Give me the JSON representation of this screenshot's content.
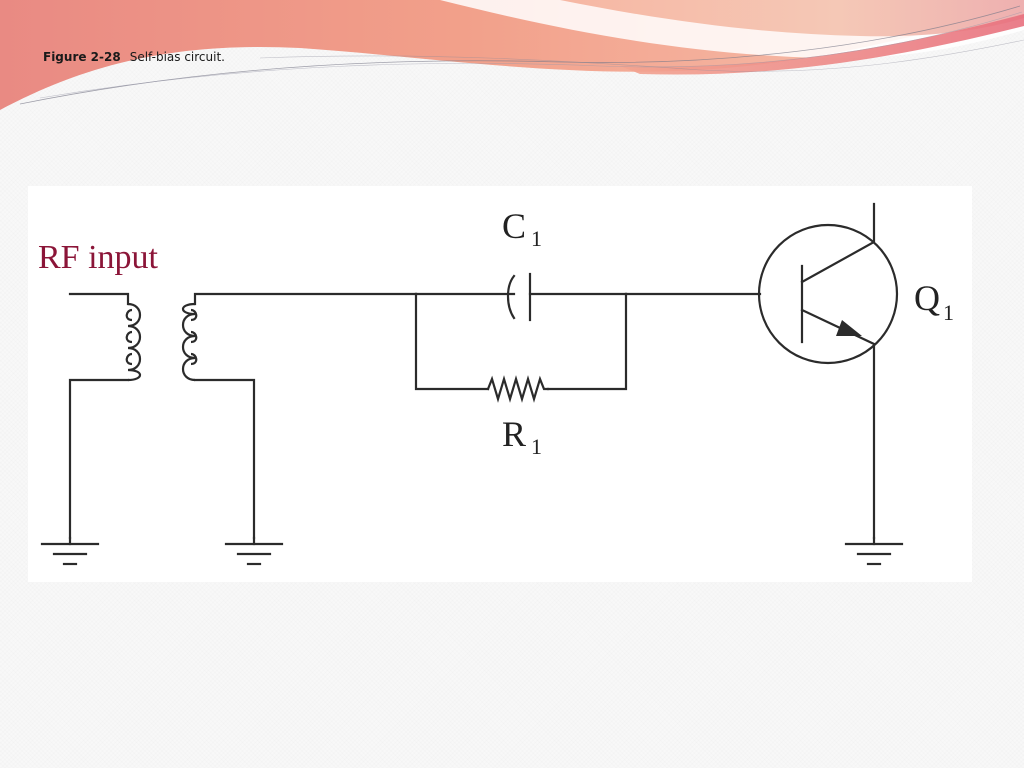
{
  "caption": {
    "figure_number": "Figure 2-28",
    "title": "Self-bias circuit."
  },
  "diagram": {
    "input_label": "RF input",
    "capacitor": {
      "letter": "C",
      "subscript": "1"
    },
    "resistor": {
      "letter": "R",
      "subscript": "1"
    },
    "transistor": {
      "letter": "Q",
      "subscript": "1"
    }
  },
  "colors": {
    "input_label": "#8b1538",
    "lines": "#2b2b2b",
    "header_coral": "#f08a78",
    "header_pink": "#e8707e"
  }
}
